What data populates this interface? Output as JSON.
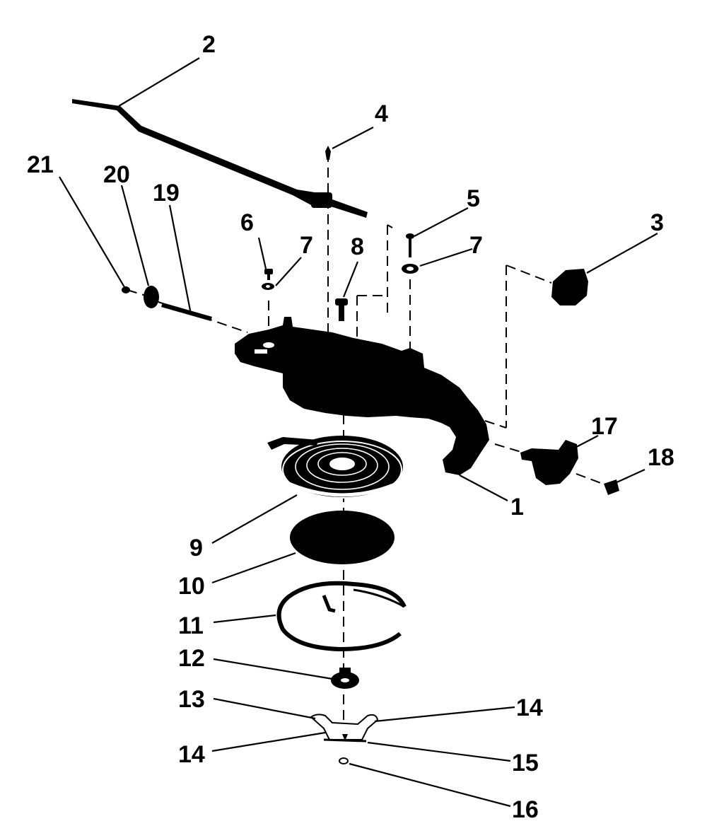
{
  "diagram": {
    "callouts": [
      {
        "id": "c1",
        "label": "1"
      },
      {
        "id": "c2",
        "label": "2"
      },
      {
        "id": "c3",
        "label": "3"
      },
      {
        "id": "c4",
        "label": "4"
      },
      {
        "id": "c5",
        "label": "5"
      },
      {
        "id": "c6",
        "label": "6"
      },
      {
        "id": "c7a",
        "label": "7"
      },
      {
        "id": "c7b",
        "label": "7"
      },
      {
        "id": "c8",
        "label": "8"
      },
      {
        "id": "c9",
        "label": "9"
      },
      {
        "id": "c10",
        "label": "10"
      },
      {
        "id": "c11",
        "label": "11"
      },
      {
        "id": "c12",
        "label": "12"
      },
      {
        "id": "c13",
        "label": "13"
      },
      {
        "id": "c14a",
        "label": "14"
      },
      {
        "id": "c14b",
        "label": "14"
      },
      {
        "id": "c15",
        "label": "15"
      },
      {
        "id": "c16",
        "label": "16"
      },
      {
        "id": "c17",
        "label": "17"
      },
      {
        "id": "c18",
        "label": "18"
      },
      {
        "id": "c19",
        "label": "19"
      },
      {
        "id": "c20",
        "label": "20"
      },
      {
        "id": "c21",
        "label": "21"
      }
    ]
  },
  "colors": {
    "ink": "#000000",
    "background": "#ffffff"
  }
}
